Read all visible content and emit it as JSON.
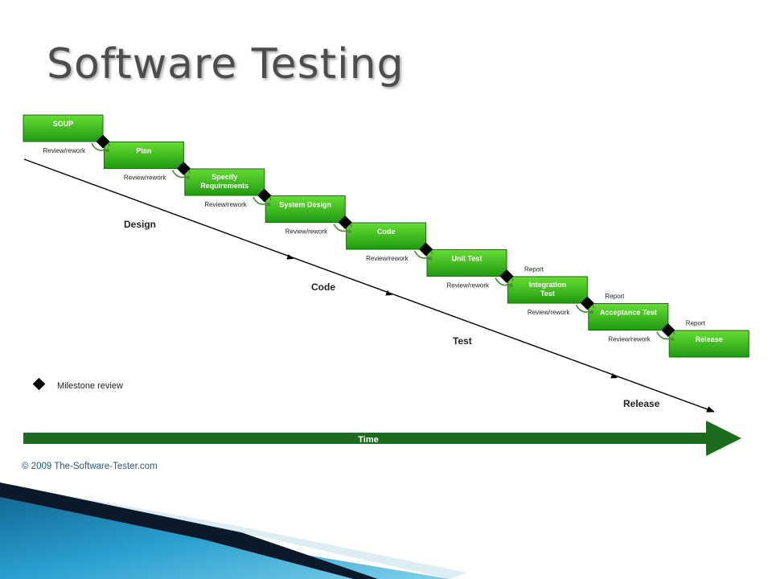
{
  "title": "Software Testing",
  "stages": [
    {
      "label": "SOUP"
    },
    {
      "label": "Plan"
    },
    {
      "label": "Specify\nRequirements"
    },
    {
      "label": "System Design"
    },
    {
      "label": "Code"
    },
    {
      "label": "Unit Test"
    },
    {
      "label": "Integration\nTest"
    },
    {
      "label": "Acceptance Test"
    },
    {
      "label": "Release"
    }
  ],
  "review_label": "Review/rework",
  "report_label": "Report",
  "report_after": [
    "Unit Test",
    "Integration\nTest",
    "Acceptance Test"
  ],
  "phases": [
    {
      "label": "Design"
    },
    {
      "label": "Code"
    },
    {
      "label": "Test"
    },
    {
      "label": "Release"
    }
  ],
  "legend": {
    "milestone": "Milestone review"
  },
  "time_label": "Time",
  "copyright": "© 2009 The-Software-Tester.com",
  "colors": {
    "stage_fill_top": "#66dd33",
    "stage_fill_bottom": "#1f9a12",
    "stage_border": "#1a6a10",
    "time_arrow": "#1d6b1d",
    "milestone": "#000000",
    "cycle_arrow": "#4a8a3a",
    "title": "#4d4d4d",
    "footer_dark": "#0a1a2a",
    "footer_blue": "#1a7fb0",
    "footer_light": "#7fd0ea"
  }
}
